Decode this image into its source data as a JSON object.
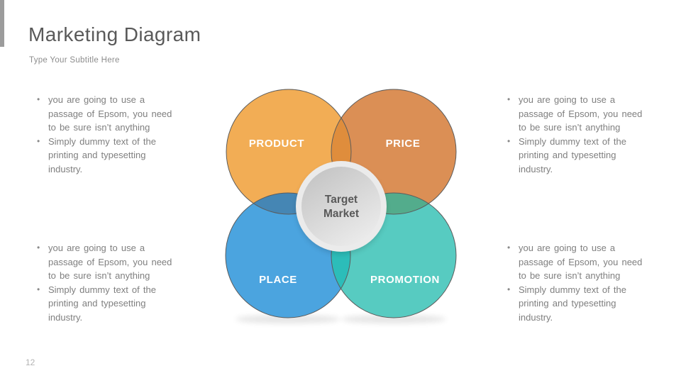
{
  "slide": {
    "title": "Marketing Diagram",
    "subtitle": "Type Your Subtitle Here",
    "page_number": "12",
    "background_color": "#FFFFFF",
    "corner_bar_color": "#9C9C9C"
  },
  "diagram": {
    "circles": [
      {
        "id": "product",
        "label": "PRODUCT",
        "color": "#F2AD55"
      },
      {
        "id": "price",
        "label": "PRICE",
        "color": "#DB8F55"
      },
      {
        "id": "place",
        "label": "PLACE",
        "color": "#4BA4DF"
      },
      {
        "id": "promotion",
        "label": "PROMOTION",
        "color": "#57CBC1"
      }
    ],
    "overlaps": {
      "product_price": "#DF8D3C",
      "product_place": "#4586B4",
      "price_promotion": "#53AC8C",
      "place_promotion": "#2CBDB9"
    },
    "outline_color": "#5C5C5C",
    "center": {
      "label_line1": "Target",
      "label_line2": "Market",
      "ring_color": "#EBEBEB",
      "gradient_top": "#C3C3C3",
      "gradient_bottom": "#EDEDED",
      "text_color": "#595959"
    }
  },
  "text_blocks": [
    {
      "position": "top-left",
      "bullets": [
        {
          "lines": [
            "you are going to use a",
            "passage of Epsom, you need",
            "to be sure isn’t anything"
          ]
        },
        {
          "lines": [
            "Simply dummy text of the",
            "printing and typesetting",
            "industry."
          ]
        }
      ]
    },
    {
      "position": "bottom-left",
      "bullets": [
        {
          "lines": [
            "you are going to use a",
            "passage of Epsom, you need",
            "to be sure isn’t anything"
          ]
        },
        {
          "lines": [
            "Simply dummy text of the",
            "printing and typesetting",
            "industry."
          ]
        }
      ]
    },
    {
      "position": "top-right",
      "bullets": [
        {
          "lines": [
            "you are going to use a",
            "passage of Epsom, you need",
            "to be sure isn’t anything"
          ]
        },
        {
          "lines": [
            "Simply dummy text of the",
            "printing and typesetting",
            "industry."
          ]
        }
      ]
    },
    {
      "position": "bottom-right",
      "bullets": [
        {
          "lines": [
            "you are going to use a",
            "passage of Epsom, you need",
            "to be sure isn’t anything"
          ]
        },
        {
          "lines": [
            "Simply dummy text of the",
            "printing and typesetting",
            "industry."
          ]
        }
      ]
    }
  ]
}
